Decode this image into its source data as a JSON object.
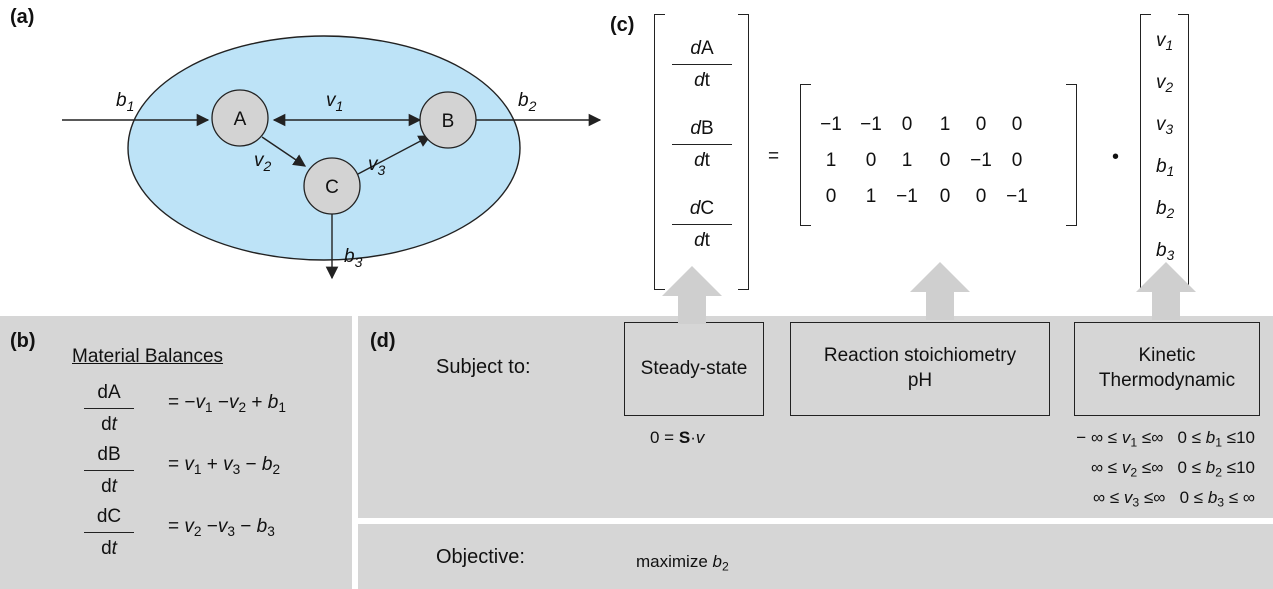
{
  "panels": {
    "a": "(a)",
    "b": "(b)",
    "c": "(c)",
    "d": "(d)"
  },
  "network": {
    "nodes": [
      "A",
      "B",
      "C"
    ],
    "flux_base": [
      "b",
      "v",
      "b",
      "v",
      "v",
      "b"
    ],
    "flux_sub": [
      "1",
      "1",
      "2",
      "2",
      "3",
      "3"
    ]
  },
  "matrix": {
    "lhs": [
      {
        "d": "d",
        "var": "A",
        "den": "d",
        "den_var": "t"
      },
      {
        "d": "d",
        "var": "B",
        "den": "d",
        "den_var": "t"
      },
      {
        "d": "d",
        "var": "C",
        "den": "d",
        "den_var": "t"
      }
    ],
    "equals": "=",
    "dot": "•",
    "S": [
      [
        "−1",
        "−1",
        "0",
        "1",
        "0",
        "0"
      ],
      [
        "1",
        "0",
        "1",
        "0",
        "−1",
        "0"
      ],
      [
        "0",
        "1",
        "−1",
        "0",
        "0",
        "−1"
      ]
    ],
    "vector": [
      {
        "base": "v",
        "sub": "1"
      },
      {
        "base": "v",
        "sub": "2"
      },
      {
        "base": "v",
        "sub": "3"
      },
      {
        "base": "b",
        "sub": "1"
      },
      {
        "base": "b",
        "sub": "2"
      },
      {
        "base": "b",
        "sub": "3"
      }
    ]
  },
  "balances": {
    "title": "Material Balances",
    "d": "d",
    "t": "t",
    "vars": [
      "A",
      "B",
      "C"
    ],
    "rhs": [
      {
        "p1": "= −",
        "v1": "v",
        "s1": "1",
        "p2": " −",
        "v2": "v",
        "s2": "2",
        "p3": " + ",
        "v3": "b",
        "s3": "1"
      },
      {
        "p1": "= ",
        "v1": "v",
        "s1": "1",
        "p2": " + ",
        "v2": "v",
        "s2": "3",
        "p3": " − ",
        "v3": "b",
        "s3": "2"
      },
      {
        "p1": "= ",
        "v1": "v",
        "s1": "2",
        "p2": " −",
        "v2": "v",
        "s2": "3",
        "p3": " − ",
        "v3": "b",
        "s3": "3"
      }
    ]
  },
  "constraints": {
    "subject_to": "Subject to:",
    "box1": "Steady-state",
    "box2_line1": "Reaction stoichiometry",
    "box2_line2": "pH",
    "box3_line1": "Kinetic",
    "box3_line2": "Thermodynamic",
    "ss_eq_prefix": "0 = ",
    "ss_eq_S": "S",
    "ss_eq_dot": "·",
    "ss_eq_v": "v",
    "bounds": [
      {
        "lo": "− ∞ ≤ ",
        "v": "v",
        "s": "1",
        "hi": " ≤∞",
        "b_lo": "0 ≤ ",
        "b": "b",
        "bs": "1",
        "b_hi": " ≤10"
      },
      {
        "lo": "∞ ≤ ",
        "v": "v",
        "s": "2",
        "hi": " ≤∞",
        "b_lo": "0 ≤ ",
        "b": "b",
        "bs": "2",
        "b_hi": " ≤10"
      },
      {
        "lo": "∞ ≤ ",
        "v": "v",
        "s": "3",
        "hi": " ≤∞",
        "b_lo": "0 ≤ ",
        "b": "b",
        "bs": "3",
        "b_hi": " ≤ ∞"
      }
    ],
    "objective": "Objective:",
    "maximize": "maximize ",
    "max_var": "b",
    "max_sub": "2"
  }
}
